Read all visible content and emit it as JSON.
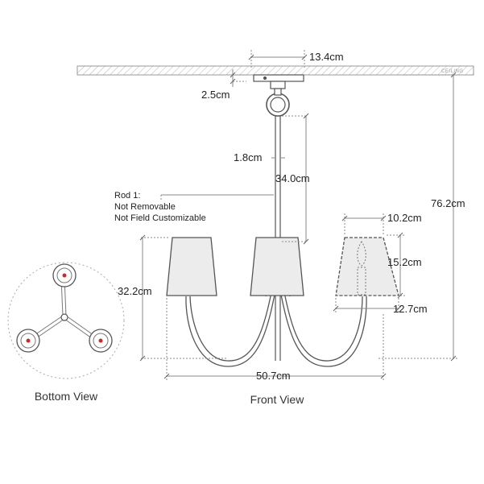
{
  "ceiling": {
    "label": "CEILING"
  },
  "dimensions": {
    "canopy_width": "13.4cm",
    "canopy_height": "2.5cm",
    "rod_diameter": "1.8cm",
    "rod_length": "34.0cm",
    "overall_height": "76.2cm",
    "shade_top": "10.2cm",
    "shade_height": "15.2cm",
    "shade_bottom": "12.7cm",
    "fixture_height": "32.2cm",
    "overall_width": "50.7cm"
  },
  "rod_note": {
    "line1": "Rod 1:",
    "line2": "Not Removable",
    "line3": "Not Field Customizable"
  },
  "views": {
    "bottom": "Bottom View",
    "front": "Front View"
  },
  "colors": {
    "line": "#555555",
    "dim_line": "#8a8a8a",
    "shade_fill": "#ececec",
    "accent_dot": "#cc2a2a"
  }
}
